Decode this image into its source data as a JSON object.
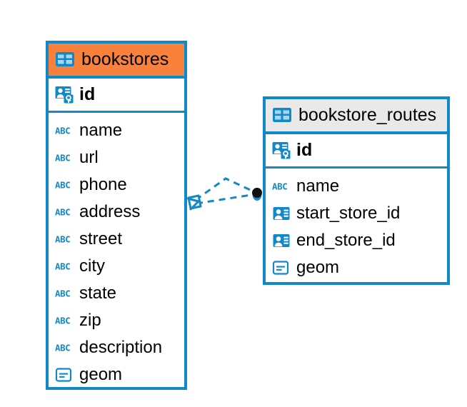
{
  "diagram": {
    "kind": "entity-relationship-diagram",
    "background_color": "#ffffff",
    "accent_color": "#1189c9",
    "highlight_color": "#f8813c",
    "header_grey": "#e9e9e9"
  },
  "entities": [
    {
      "id": "bookstores",
      "name": "bookstores",
      "header_style": "orange",
      "table_icon": "table-icon",
      "primary_key": {
        "label": "id",
        "icon": "primary-key-icon"
      },
      "fields": [
        {
          "label": "name",
          "icon": "text-type-icon"
        },
        {
          "label": "url",
          "icon": "text-type-icon"
        },
        {
          "label": "phone",
          "icon": "text-type-icon"
        },
        {
          "label": "address",
          "icon": "text-type-icon"
        },
        {
          "label": "street",
          "icon": "text-type-icon"
        },
        {
          "label": "city",
          "icon": "text-type-icon"
        },
        {
          "label": "state",
          "icon": "text-type-icon"
        },
        {
          "label": "zip",
          "icon": "text-type-icon"
        },
        {
          "label": "description",
          "icon": "text-type-icon"
        },
        {
          "label": "geom",
          "icon": "geometry-type-icon"
        }
      ]
    },
    {
      "id": "bookstore_routes",
      "name": "bookstore_routes",
      "header_style": "grey",
      "table_icon": "table-icon",
      "primary_key": {
        "label": "id",
        "icon": "primary-key-icon"
      },
      "fields": [
        {
          "label": "name",
          "icon": "text-type-icon"
        },
        {
          "label": "start_store_id",
          "icon": "foreign-key-icon"
        },
        {
          "label": "end_store_id",
          "icon": "foreign-key-icon"
        },
        {
          "label": "geom",
          "icon": "geometry-type-icon"
        }
      ]
    }
  ],
  "relationship": {
    "from_entity": "bookstores",
    "to_entity": "bookstore_routes",
    "from_cardinality": "zero-or-many",
    "to_cardinality": "one",
    "line_style": "dashed",
    "line_color": "#1189c9",
    "from_marker": "crows-foot-marker",
    "to_marker": "filled-circle-marker"
  }
}
